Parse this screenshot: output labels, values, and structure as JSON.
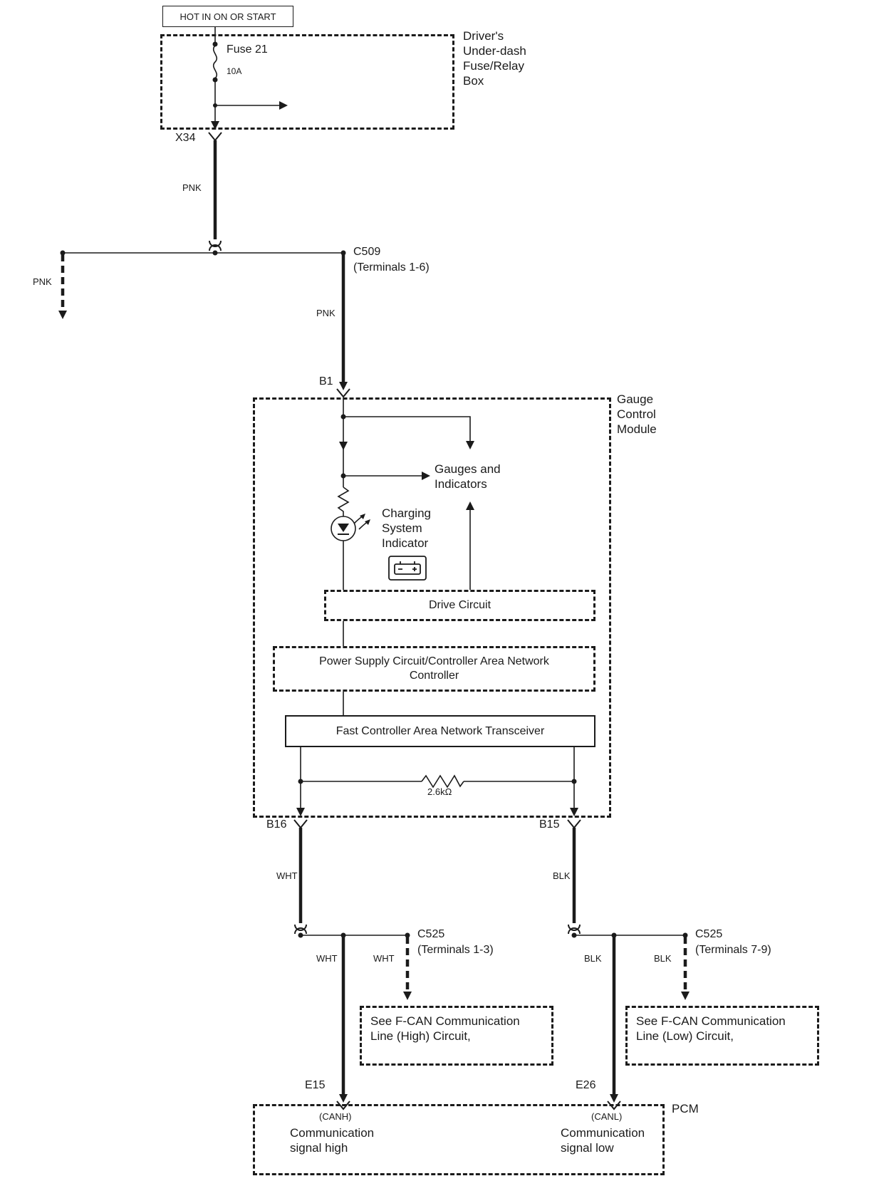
{
  "power": {
    "hot_label": "HOT IN ON OR START"
  },
  "fusebox": {
    "name_lines": [
      "Driver's",
      "Under-dash",
      "Fuse/Relay",
      "Box"
    ],
    "fuse_name": "Fuse 21",
    "fuse_rating": "10A"
  },
  "wires": {
    "pnk": "PNK",
    "wht": "WHT",
    "blk": "BLK"
  },
  "connectors": {
    "x34": "X34",
    "c509": "C509",
    "c509_terminals": "(Terminals 1-6)",
    "b1": "B1",
    "b16": "B16",
    "b15": "B15",
    "c525_high": "C525",
    "c525_high_terminals": "(Terminals 1-3)",
    "c525_low": "C525",
    "c525_low_terminals": "(Terminals 7-9)",
    "e15": "E15",
    "e26": "E26"
  },
  "module": {
    "name_lines": [
      "Gauge",
      "Control",
      "Module"
    ],
    "gauges_lines": [
      "Gauges and",
      "Indicators"
    ],
    "charging_lines": [
      "Charging",
      "System",
      "Indicator"
    ],
    "drive_circuit": "Drive Circuit",
    "power_supply_lines": [
      "Power Supply Circuit/Controller Area Network",
      "Controller"
    ],
    "transceiver": "Fast Controller Area Network Transceiver",
    "resistor_value": "2.6kΩ"
  },
  "fcan": {
    "high_lines": [
      "See F-CAN Communication",
      "Line (High) Circuit,"
    ],
    "low_lines": [
      "See F-CAN Communication",
      "Line (Low) Circuit,"
    ]
  },
  "pcm": {
    "label": "PCM",
    "canh": "(CANH)",
    "high_lines": [
      "Communication",
      "signal high"
    ],
    "canl": "(CANL)",
    "low_lines": [
      "Communication",
      "signal low"
    ]
  },
  "colors": {
    "line": "#1b1b1b",
    "background": "#ffffff"
  }
}
